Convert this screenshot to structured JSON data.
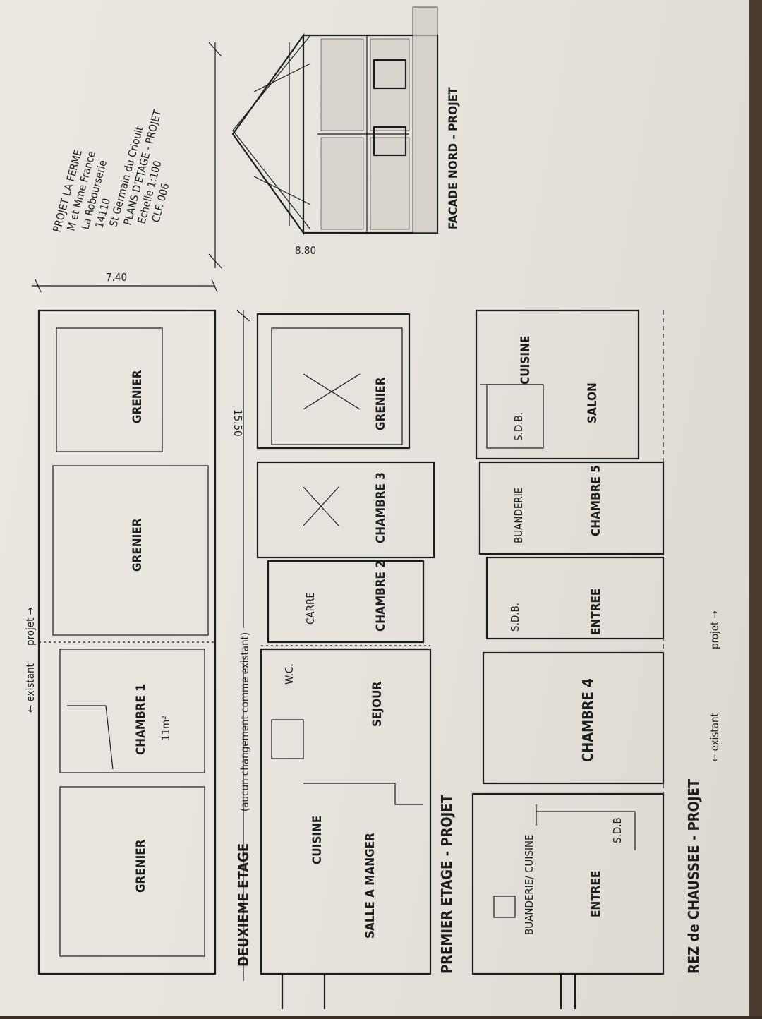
{
  "title_block": {
    "line1": "PROJET LA FERME",
    "line2": "M et Mme France",
    "line3": "La Robourserie",
    "line4": "14110",
    "line5": "St Germain du Crioult",
    "line6": "PLANS D'ETAGE - PROJET",
    "line7": "Echelle 1:100",
    "line8": "CLF. 006"
  },
  "elevation": {
    "caption": "FACADE NORD - PROJET",
    "dimension": "8.80"
  },
  "dimensions": {
    "top_width": "7.40",
    "length": "15.50"
  },
  "markers": {
    "existant": "← existant",
    "projet": "projet →"
  },
  "second_floor": {
    "caption": "DEUXIEME ETAGE",
    "note": "(aucun changement comme existant)",
    "rooms": [
      {
        "label": "GRENIER"
      },
      {
        "label": "GRENIER"
      },
      {
        "label": "CHAMBRE 1",
        "area": "11m²"
      },
      {
        "label": "GRENIER"
      }
    ]
  },
  "first_floor": {
    "caption": "PREMIER ETAGE - PROJET",
    "rooms": [
      {
        "label": "GRENIER"
      },
      {
        "label": "CHAMBRE 3"
      },
      {
        "label": "CHAMBRE 2"
      },
      {
        "label": "CARRE"
      },
      {
        "label": "W.C."
      },
      {
        "label": "SEJOUR"
      },
      {
        "label": "CUISINE"
      },
      {
        "label": "SALLE A MANGER"
      }
    ]
  },
  "ground_floor": {
    "caption": "REZ de CHAUSSEE - PROJET",
    "rooms": [
      {
        "label": "CUISINE"
      },
      {
        "label": "S.D.B."
      },
      {
        "label": "SALON"
      },
      {
        "label": "BUANDERIE"
      },
      {
        "label": "CHAMBRE 5"
      },
      {
        "label": "S.D.B."
      },
      {
        "label": "ENTREE"
      },
      {
        "label": "CHAMBRE 4"
      },
      {
        "label": "S.D.B"
      },
      {
        "label": "BUANDERIE/ CUISINE"
      },
      {
        "label": "ENTREE"
      }
    ]
  }
}
